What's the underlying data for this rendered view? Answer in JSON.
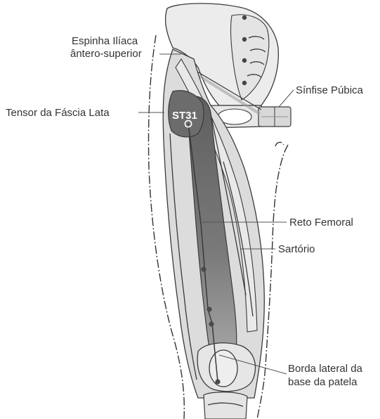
{
  "labels": {
    "asis": [
      "Espinha Ilíaca",
      "ântero-superior"
    ],
    "pubic": "Sínfise Púbica",
    "tfl": "Tensor da Fáscia Lata",
    "rectus": "Reto Femoral",
    "sartorius": "Sartório",
    "patella": [
      "Borda lateral da",
      "base da patela"
    ]
  },
  "point_label": "ST31",
  "colors": {
    "bone": "#ededed",
    "muscle_light": "#d6d6d6",
    "muscle_dark": "#7b7b7b",
    "tfl": "#707070",
    "line": "#3a3a3a",
    "text": "#333333",
    "point": "#4a4a4a"
  }
}
